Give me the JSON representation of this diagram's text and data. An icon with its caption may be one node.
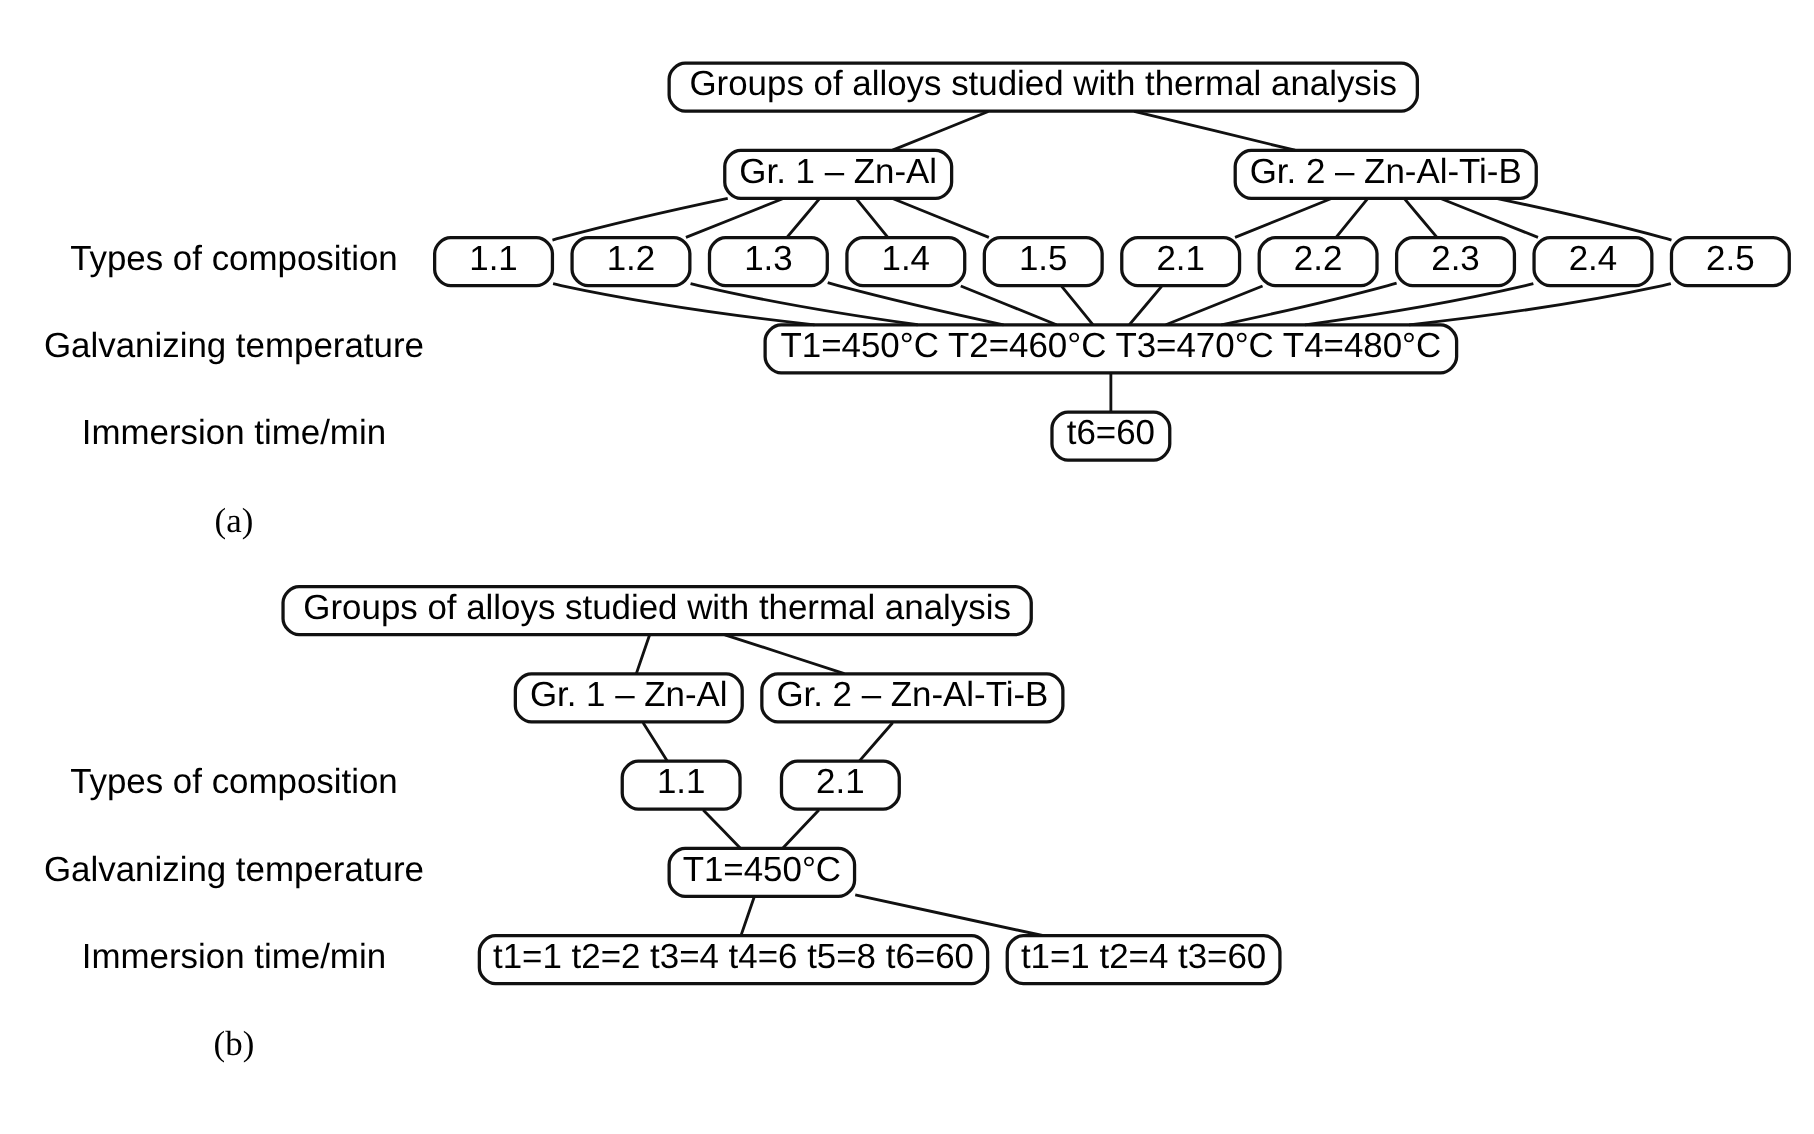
{
  "diagram": {
    "nodes": [
      {
        "text": [
          "Groups of alloys studied with thermal analysis"
        ]
      },
      {
        "text": [
          "Gr. 1 – Zn-Al"
        ]
      },
      {
        "text": [
          "Gr. 2 – Zn-Al-Ti-B"
        ]
      },
      {
        "text": [
          "1.1"
        ]
      },
      {
        "text": [
          "1.2"
        ]
      },
      {
        "text": [
          "1.3"
        ]
      },
      {
        "text": [
          "1.4"
        ]
      },
      {
        "text": [
          "1.5"
        ]
      },
      {
        "text": [
          "2.1"
        ]
      },
      {
        "text": [
          "2.2"
        ]
      },
      {
        "text": [
          "2.3"
        ]
      },
      {
        "text": [
          "2.4"
        ]
      },
      {
        "text": [
          "2.5"
        ]
      },
      {
        "text": [
          "T1=450°C T2=460°C T3=470°C T4=480°C"
        ]
      },
      {
        "text": [
          "t6=60"
        ]
      },
      {
        "text": [
          "Groups of alloys studied with thermal analysis"
        ]
      },
      {
        "text": [
          "Gr. 1 – Zn-Al"
        ]
      },
      {
        "text": [
          "Gr. 2 – Zn-Al-Ti-B"
        ]
      },
      {
        "text": [
          "1.1"
        ]
      },
      {
        "text": [
          "2.1"
        ]
      },
      {
        "text": [
          "T1=450°C"
        ]
      },
      {
        "text": [
          "t1=1 t2=2 t3=4 t4=6 t5=8 t6=60"
        ]
      },
      {
        "text": [
          "t1=1 t2=4 t3=60"
        ]
      }
    ],
    "edges": [
      {
        "from": 0,
        "to": 1,
        "arrow": "none"
      },
      {
        "from": 0,
        "to": 2,
        "arrow": "none"
      },
      {
        "from": 1,
        "to": 3,
        "arrow": "none"
      },
      {
        "from": 1,
        "to": 4,
        "arrow": "none"
      },
      {
        "from": 1,
        "to": 5,
        "arrow": "none"
      },
      {
        "from": 1,
        "to": 6,
        "arrow": "none"
      },
      {
        "from": 1,
        "to": 7,
        "arrow": "none"
      },
      {
        "from": 2,
        "to": 8,
        "arrow": "none"
      },
      {
        "from": 2,
        "to": 9,
        "arrow": "none"
      },
      {
        "from": 2,
        "to": 10,
        "arrow": "none"
      },
      {
        "from": 2,
        "to": 11,
        "arrow": "none"
      },
      {
        "from": 2,
        "to": 12,
        "arrow": "none"
      },
      {
        "from": 3,
        "to": 13,
        "arrow": "none"
      },
      {
        "from": 4,
        "to": 13,
        "arrow": "none"
      },
      {
        "from": 5,
        "to": 13,
        "arrow": "none"
      },
      {
        "from": 6,
        "to": 13,
        "arrow": "none"
      },
      {
        "from": 7,
        "to": 13,
        "arrow": "none"
      },
      {
        "from": 8,
        "to": 13,
        "arrow": "none"
      },
      {
        "from": 9,
        "to": 13,
        "arrow": "none"
      },
      {
        "from": 10,
        "to": 13,
        "arrow": "none"
      },
      {
        "from": 11,
        "to": 13,
        "arrow": "none"
      },
      {
        "from": 12,
        "to": 13,
        "arrow": "none"
      },
      {
        "from": 13,
        "to": 14,
        "arrow": "none"
      },
      {
        "from": 15,
        "to": 16,
        "arrow": "none"
      },
      {
        "from": 15,
        "to": 17,
        "arrow": "none"
      },
      {
        "from": 16,
        "to": 18,
        "arrow": "none"
      },
      {
        "from": 17,
        "to": 19,
        "arrow": "none"
      },
      {
        "from": 18,
        "to": 20,
        "arrow": "none"
      },
      {
        "from": 19,
        "to": 20,
        "arrow": "none"
      },
      {
        "from": 20,
        "to": 21,
        "arrow": "none"
      },
      {
        "from": 20,
        "to": 22,
        "arrow": "none"
      }
    ],
    "labels": [
      "Types of composition",
      "Galvanizing temperature",
      "Immersion time/min",
      "(a)",
      "Types of composition",
      "Galvanizing temperature",
      "Immersion time/min",
      "(b)"
    ]
  }
}
